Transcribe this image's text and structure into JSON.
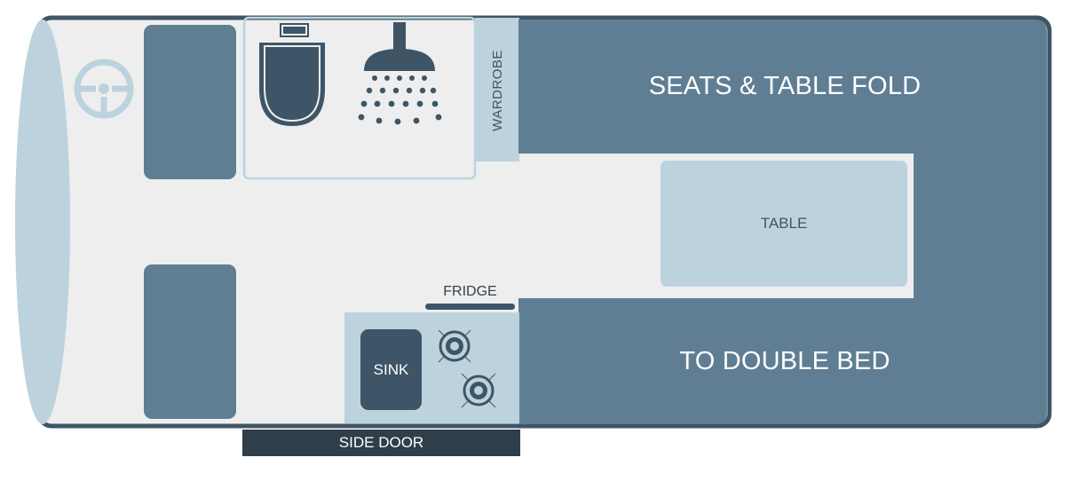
{
  "labels": {
    "seats_table_fold": "SEATS & TABLE FOLD",
    "to_double_bed": "TO DOUBLE BED",
    "table": "TABLE",
    "wardrobe": "WARDROBE",
    "fridge": "FRIDGE",
    "sink": "SINK",
    "side_door": "SIDE DOOR"
  },
  "icons": [
    "steering-wheel-icon",
    "toilet-icon",
    "shower-icon",
    "stove-burner-icon"
  ],
  "colors": {
    "body_outline": "#3f5565",
    "floor": "#eeeeee",
    "windshield": "#bcd3de",
    "seats_blue": "#5f7e93",
    "light_blue": "#bcd3de",
    "fixtures_dark": "#3d5566",
    "door_dark": "#2f3e48"
  }
}
